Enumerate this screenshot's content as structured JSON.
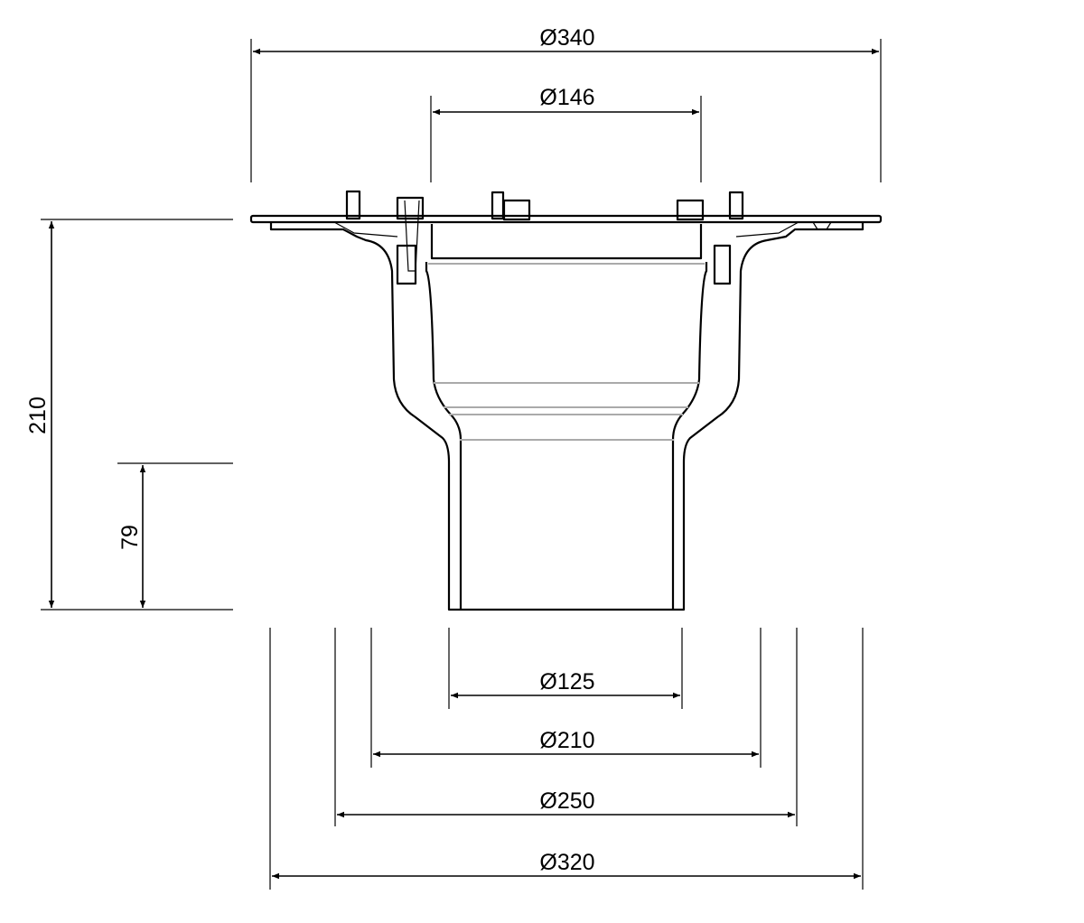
{
  "drawing": {
    "dimensions": {
      "top_outer_diameter": "Ø340",
      "top_inner_diameter": "Ø146",
      "total_height": "210",
      "outlet_height": "79",
      "outlet_diameter": "Ø125",
      "diameter_210": "Ø210",
      "diameter_250": "Ø250",
      "diameter_320": "Ø320"
    }
  }
}
